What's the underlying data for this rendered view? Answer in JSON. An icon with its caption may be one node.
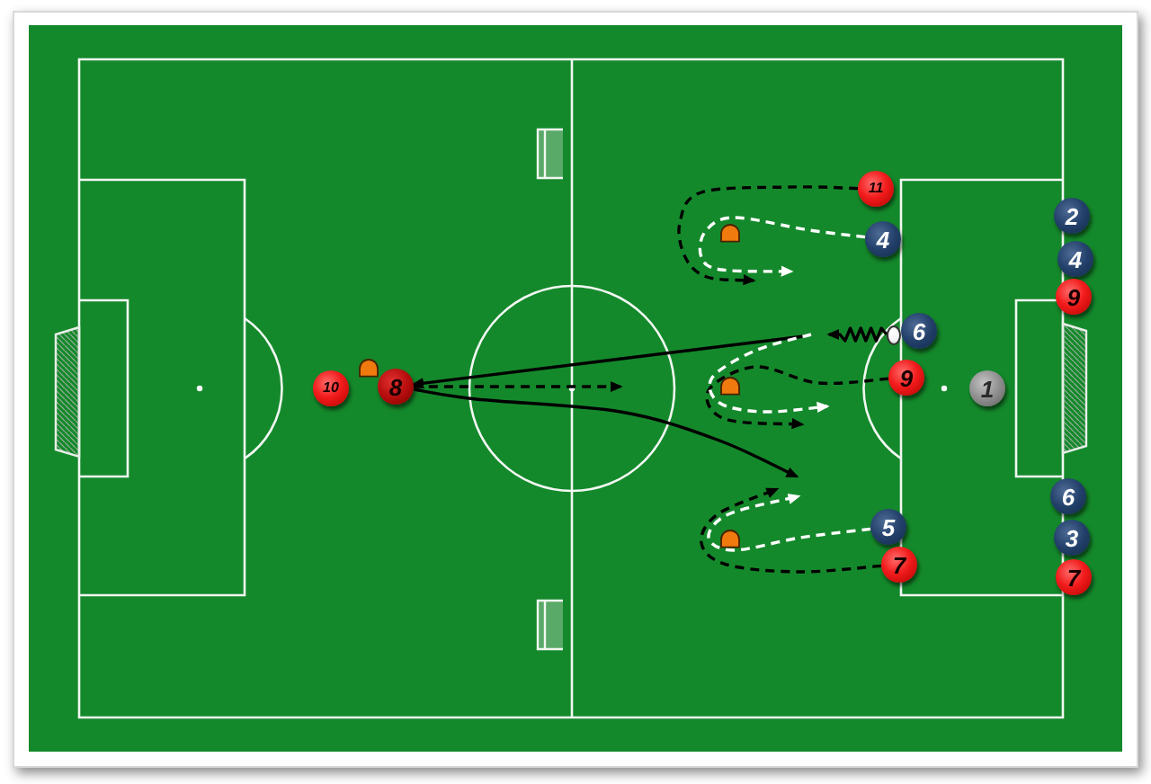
{
  "diagram": {
    "nodes": [
      {
        "text": [
          "11"
        ]
      },
      {
        "text": [
          "2"
        ]
      },
      {
        "text": [
          "4"
        ]
      },
      {
        "text": [
          "4"
        ]
      },
      {
        "text": [
          "9"
        ]
      },
      {
        "text": [
          "6"
        ]
      },
      {
        "text": [],
        "shape": "circle"
      },
      {
        "text": [
          "10"
        ]
      },
      {
        "text": [
          "8"
        ]
      },
      {
        "text": [
          "9"
        ]
      },
      {
        "text": [
          "1"
        ]
      },
      {
        "text": [
          "6"
        ]
      },
      {
        "text": [
          "5"
        ]
      },
      {
        "text": [
          "3"
        ]
      },
      {
        "text": [
          "7"
        ]
      },
      {
        "text": [
          "7"
        ]
      }
    ],
    "edges": [
      {
        "from": 0,
        "to": null,
        "arrow": "to",
        "style": "dashed"
      },
      {
        "from": 2,
        "to": null,
        "arrow": "to",
        "style": "dashed",
        "color": "#ffffff"
      },
      {
        "from": 6,
        "to": null,
        "arrow": "to"
      },
      {
        "from": null,
        "to": 8,
        "arrow": "to"
      },
      {
        "from": 8,
        "to": null,
        "arrow": "to",
        "style": "dashed"
      },
      {
        "from": 8,
        "to": null,
        "arrow": "to"
      },
      {
        "from": 9,
        "to": null,
        "arrow": "to",
        "style": "dashed"
      },
      {
        "from": 12,
        "to": null,
        "arrow": "to",
        "style": "dashed",
        "color": "#ffffff"
      },
      {
        "from": 14,
        "to": null,
        "arrow": "to",
        "style": "dashed"
      }
    ]
  }
}
